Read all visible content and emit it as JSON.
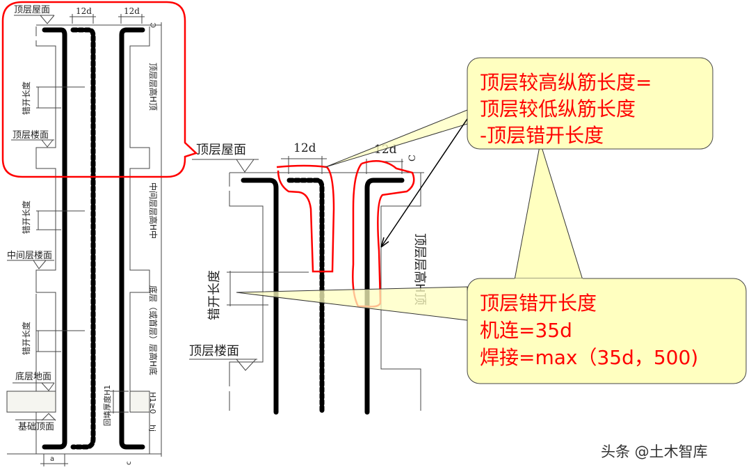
{
  "left_diagram": {
    "roof_label": "顶层屋面",
    "dim_12d_a": "12d",
    "dim_12d_b": "12d",
    "cover_c_top": "C",
    "top_story_height": "顶层层高H顶",
    "stagger_1": "错开长度",
    "stagger_2": "错开长度",
    "stagger_3": "错开长度",
    "top_floor_label": "顶层楼面",
    "middle_story_height": "中间层层高H中",
    "middle_floor_label": "中间层楼面",
    "bottom_story_height": "底层（或首层）层高H底",
    "ground_floor_label": "底层地面",
    "foundation_top_label": "基础顶面",
    "backfill_label": "回填厚度H1",
    "backfill_cond": "H1≥0",
    "hj_label": "hj",
    "a_label": "a",
    "c_label": "c"
  },
  "zoom_diagram": {
    "roof_label": "顶层屋面",
    "dim_12d_a": "12d",
    "dim_12d_b": "12d",
    "cover_c": "C",
    "stagger": "错开长度",
    "top_story_height": "顶层层高H顶",
    "top_floor_label": "顶层楼面"
  },
  "callout_top": {
    "lines": [
      "顶层较高纵筋长度=",
      "顶层较低纵筋长度",
      "-顶层错开长度"
    ]
  },
  "callout_bottom": {
    "lines": [
      "顶层错开长度",
      "机连=35d",
      "焊接=max（35d，500)"
    ]
  },
  "watermark": "头条 @土木智库",
  "colors": {
    "highlight": "#ff0000",
    "callout_fill": "#ffffc0",
    "callout_text": "#ff0000"
  }
}
